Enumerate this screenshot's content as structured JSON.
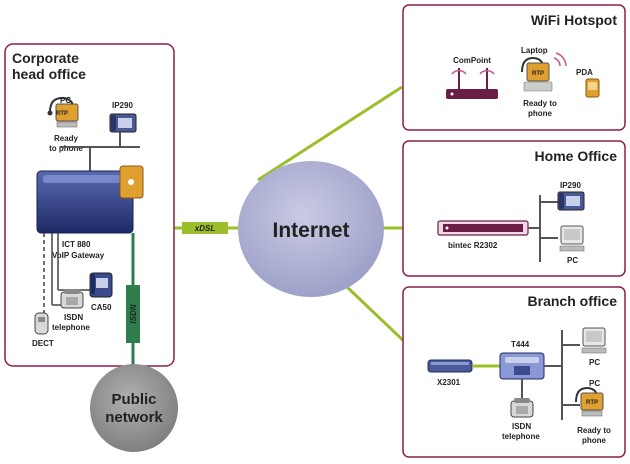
{
  "colors": {
    "panel_border": "#8a1f4a",
    "link_green": "#9bbf2a",
    "isdn_green": "#2f7d4c",
    "internet_fill": "#b7b9d8",
    "network_fill": "#9a9a9a",
    "gateway_blue": "#3a4a8c",
    "router_purple": "#6b1e46",
    "rtp_orange": "#e0a030"
  },
  "panels": {
    "head_office": {
      "title_line1": "Corporate",
      "title_line2": "head office",
      "pc_label": "PC",
      "pc_badge": "RTP",
      "pc_status_line1": "Ready",
      "pc_status_line2": "to phone",
      "ip_phone_label": "IP290",
      "gateway_line1": "ICT 880",
      "gateway_line2": "VoIP Gateway",
      "isdn_phone_line1": "ISDN",
      "isdn_phone_line2": "telephone",
      "ca50_label": "CA50",
      "dect_label": "DECT"
    },
    "wifi": {
      "title": "WiFi Hotspot",
      "compoint_label": "ComPoint",
      "laptop_label": "Laptop",
      "laptop_badge": "RTP",
      "laptop_status_line1": "Ready to",
      "laptop_status_line2": "phone",
      "pda_label": "PDA"
    },
    "home": {
      "title": "Home Office",
      "router_label": "bintec R2302",
      "ip_phone_label": "IP290",
      "pc_label": "PC"
    },
    "branch": {
      "title": "Branch office",
      "x2301_label": "X2301",
      "t444_label": "T444",
      "isdn_line1": "ISDN",
      "isdn_line2": "telephone",
      "pc1_label": "PC",
      "pc2_label": "PC",
      "pc2_badge": "RTP",
      "pc2_status_line1": "Ready to",
      "pc2_status_line2": "phone"
    }
  },
  "links": {
    "xdsl_label": "xDSL",
    "isdn_label": "ISDN"
  },
  "clouds": {
    "internet": "Internet",
    "public_line1": "Public",
    "public_line2": "network"
  }
}
